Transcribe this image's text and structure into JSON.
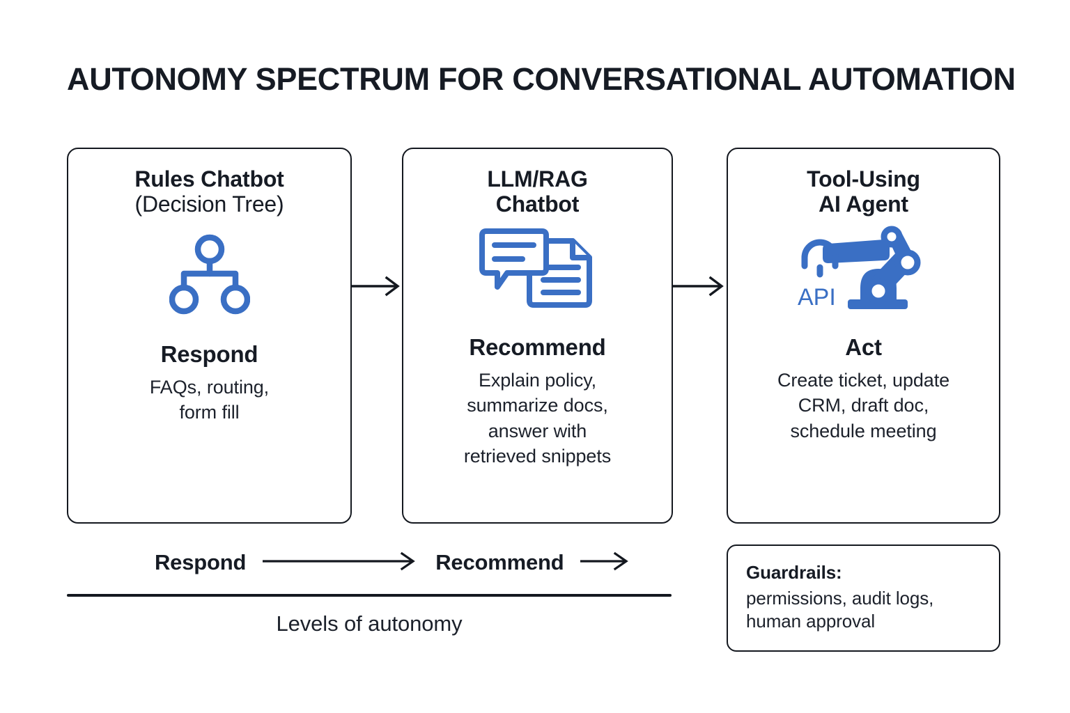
{
  "title": "AUTONOMY SPECTRUM FOR CONVERSATIONAL AUTOMATION",
  "colors": {
    "accent_blue": "#3A6FC4",
    "ink": "#14181f",
    "background": "#ffffff"
  },
  "cards": [
    {
      "heading_bold": "Rules Chatbot",
      "heading_regular": "(Decision Tree)",
      "icon": "decision-tree-icon",
      "verb": "Respond",
      "examples": "FAQs, routing,\nform fill"
    },
    {
      "heading_bold": "LLM/RAG",
      "heading_regular": "Chatbot",
      "icon": "chat-document-icon",
      "verb": "Recommend",
      "examples": "Explain policy,\nsummarize docs,\nanswer with\nretrieved snippets"
    },
    {
      "heading_bold": "Tool-Using",
      "heading_regular": "AI Agent",
      "icon": "robot-arm-api-icon",
      "icon_label": "API",
      "verb": "Act",
      "examples": "Create ticket, update\nCRM, draft doc,\nschedule meeting"
    }
  ],
  "connectors": [
    {
      "name": "arrow-card1-to-card2"
    },
    {
      "name": "arrow-card2-to-card3"
    }
  ],
  "axis": {
    "start_label": "Respond",
    "mid_label": "Recommend",
    "caption": "Levels of autonomy"
  },
  "guardrails": {
    "title": "Guardrails:",
    "body": "permissions, audit logs,\nhuman approval"
  }
}
